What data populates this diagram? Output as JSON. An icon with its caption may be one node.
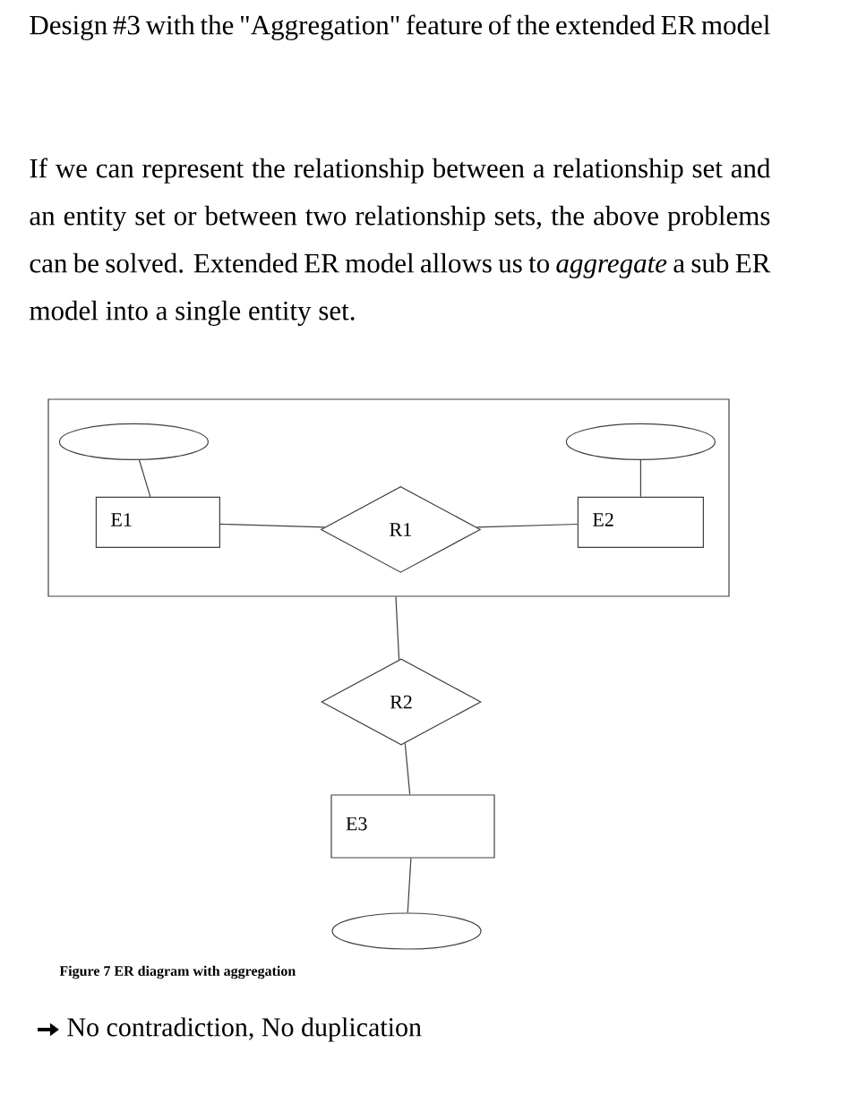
{
  "diagram": {
    "title": "Design #3 with the \"Aggregation\" feature of the extended ER model",
    "caption": "Figure 7 ER diagram with aggregation",
    "nodes": [
      {
        "text": [],
        "shape": "box"
      },
      {
        "text": [],
        "shape": "ellipse",
        "in": 0
      },
      {
        "text": [],
        "shape": "ellipse",
        "in": 0
      },
      {
        "text": [
          "E1"
        ],
        "in": 0
      },
      {
        "text": [
          "R1"
        ],
        "in": 0
      },
      {
        "text": [
          "E2"
        ],
        "in": 0
      },
      {
        "text": [
          "R2"
        ]
      },
      {
        "text": [
          "E3"
        ]
      },
      {
        "text": [],
        "shape": "ellipse"
      }
    ],
    "edges": [
      {
        "from": 1,
        "to": 3,
        "arrow": "none"
      },
      {
        "from": 2,
        "to": 5,
        "arrow": "none"
      },
      {
        "from": 3,
        "to": 4,
        "arrow": "none"
      },
      {
        "from": 4,
        "to": 5,
        "arrow": "none"
      },
      {
        "from": 0,
        "to": 6,
        "arrow": "none"
      },
      {
        "from": 6,
        "to": 7,
        "arrow": "none"
      },
      {
        "from": 7,
        "to": 8,
        "arrow": "none"
      }
    ],
    "labels": [
      "If we can represent the relationship between a relationship set and an entity set or between two relationship sets, the above problems can be solved. Extended ER model allows us to *aggregate* a sub ER model into a single entity set.",
      "No contradiction, No duplication"
    ]
  }
}
